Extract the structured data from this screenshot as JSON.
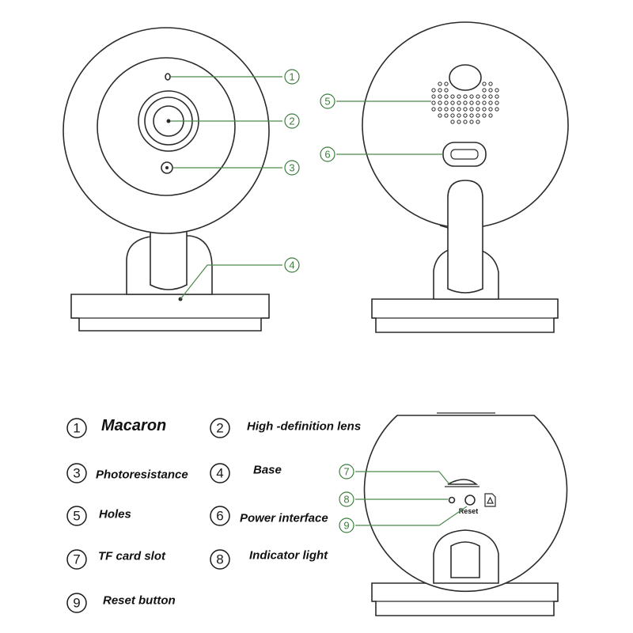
{
  "callouts": [
    "1",
    "2",
    "3",
    "4",
    "5",
    "6",
    "7",
    "8",
    "9"
  ],
  "legend": [
    {
      "num": "1",
      "label": "Macaron"
    },
    {
      "num": "2",
      "label": "High -definition lens"
    },
    {
      "num": "3",
      "label": "Photoresistance"
    },
    {
      "num": "4",
      "label": "Base"
    },
    {
      "num": "5",
      "label": "Holes"
    },
    {
      "num": "6",
      "label": "Power interface"
    },
    {
      "num": "7",
      "label": "TF card slot"
    },
    {
      "num": "8",
      "label": "Indicator light"
    },
    {
      "num": "9",
      "label": "Reset button"
    }
  ],
  "device_text": {
    "reset": "Reset"
  },
  "colors": {
    "callout": "#3c7d3c",
    "line": "#2b2b2b",
    "legend_text": "#111111"
  }
}
